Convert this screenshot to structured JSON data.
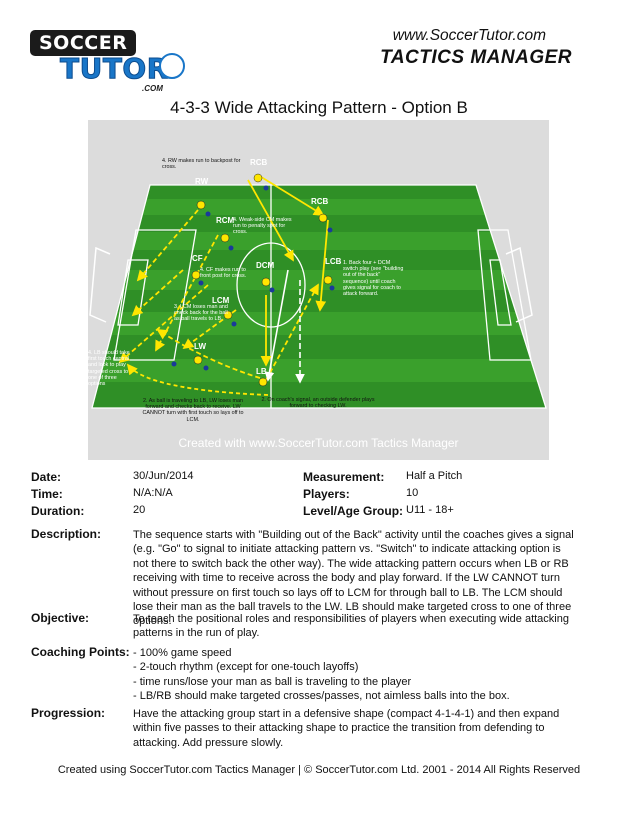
{
  "header": {
    "logo_top": "SOCCER",
    "logo_bottom": "TUTOR",
    "logo_suffix": ".COM",
    "site_url": "www.SoccerTutor.com",
    "app_name": "TACTICS MANAGER"
  },
  "title": "4-3-3 Wide Attacking Pattern - Option B",
  "diagram": {
    "watermark": "Created with www.SoccerTutor.com Tactics Manager",
    "player_labels": [
      "RCB",
      "RCB",
      "RCM",
      "CF",
      "DCM",
      "LCB",
      "LCM",
      "LW",
      "LB",
      "RW"
    ],
    "notes": {
      "n4_rw": "4. RW makes run to backpost for cross.",
      "n_cm": "4. Weak-side CM makes run to penalty spot for cross.",
      "n_cf": "4. CF makes run to front post for cross.",
      "n1": "1. Back four + DCM switch play (see \"building out of the back\" sequence) until coach gives signal for coach to attack forward.",
      "n3": "3. LCM loses man and check back for the ball as ball travels to LB.",
      "n4_lb": "4. LB should take first touch central and look to play targeted cross to one of three options",
      "n2_lb": "2. As ball is traveling to LB, LW loses man forward and checks back to receive. LW CANNOT turn with first touch so lays off to LCM.",
      "n2_coach": "2. On coach's signal, an outside defender plays forward to checking LW."
    }
  },
  "info": {
    "date_label": "Date:",
    "date": "30/Jun/2014",
    "time_label": "Time:",
    "time": "N/A:N/A",
    "duration_label": "Duration:",
    "duration": "20",
    "measurement_label": "Measurement:",
    "measurement": "Half a Pitch",
    "players_label": "Players:",
    "players": "10",
    "level_label": "Level/Age Group:",
    "level": "U11 - 18+"
  },
  "description": {
    "label": "Description:",
    "text": "The sequence starts with \"Building out of the Back\" activity until the coaches gives a signal (e.g. \"Go\" to signal to initiate attacking pattern vs. \"Switch\" to indicate attacking option is not there to switch back the other way). The wide attacking pattern occurs when LB or RB receiving with time to receive across the body and play forward. If the LW CANNOT turn without pressure on first touch so lays off to LCM for through ball to LB. The LCM should lose their man as the ball travels to the LW. LB should make targeted cross to one of three options."
  },
  "objective": {
    "label": "Objective:",
    "text": "To teach the positional roles and responsibilities of players when executing wide attacking patterns in the run of play."
  },
  "coaching_points": {
    "label": "Coaching Points:",
    "items": [
      "- 100% game speed",
      "- 2-touch rhythm (except for one-touch layoffs)",
      "- time runs/lose your man as ball is traveling to the player",
      "- LB/RB should make targeted crosses/passes, not aimless balls into the box."
    ]
  },
  "progression": {
    "label": "Progression:",
    "text": "Have the attacking group start in a defensive shape (compact 4-1-4-1) and then expand within five passes to their attacking shape to practice the transition from defending to attacking. Add pressure slowly."
  },
  "footer": "Created using SoccerTutor.com Tactics Manager | © SoccerTutor.com Ltd. 2001 - 2014 All Rights Reserved"
}
